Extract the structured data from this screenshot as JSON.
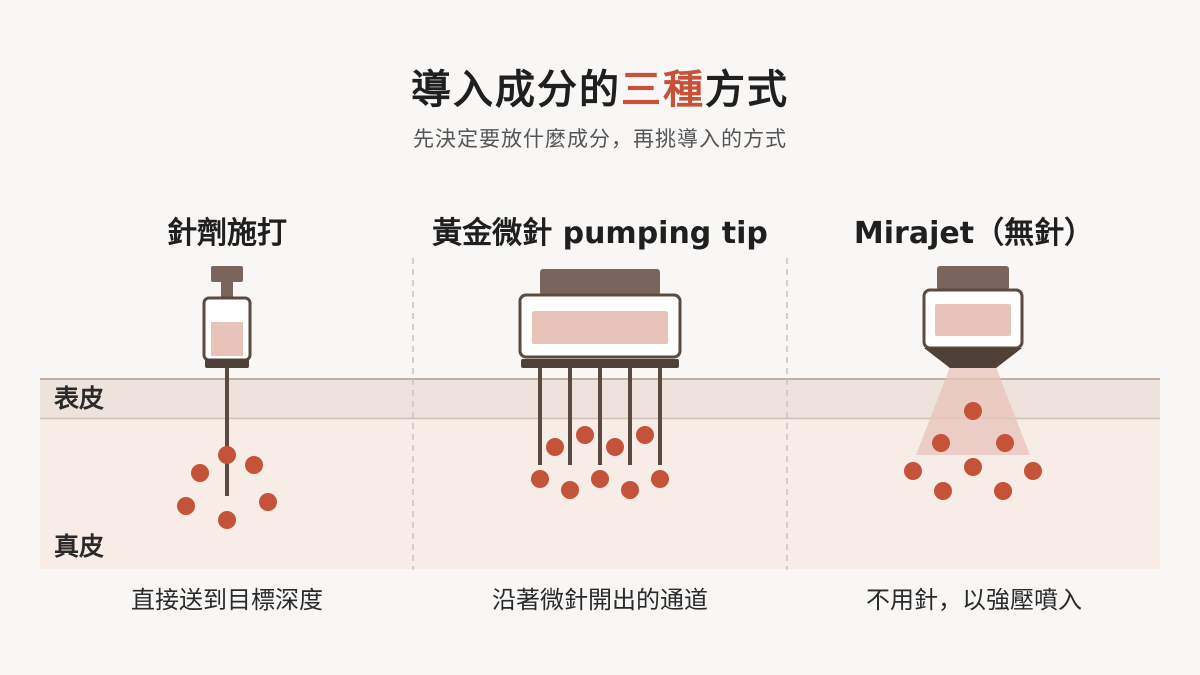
{
  "title": {
    "before": "導入成分的",
    "accent": "三種",
    "after": "方式"
  },
  "subtitle": "先決定要放什麼成分，再挑導入的方式",
  "layers": {
    "epidermis": "表皮",
    "dermis": "真皮"
  },
  "methods": [
    {
      "heading": "針劑施打",
      "caption": "直接送到目標深度"
    },
    {
      "heading": "黃金微針 pumping tip",
      "caption": "沿著微針開出的通道"
    },
    {
      "heading": "Mirajet（無針）",
      "caption": "不用針，以強壓噴入"
    }
  ],
  "colors": {
    "device": "#7a655c",
    "device_dark": "#4f4038",
    "fluid": "#e8c3b9",
    "dot": "#c5533a",
    "epidermis": "#ede3dc",
    "dermis": "#f8ece7",
    "accent": "#c5533a"
  }
}
